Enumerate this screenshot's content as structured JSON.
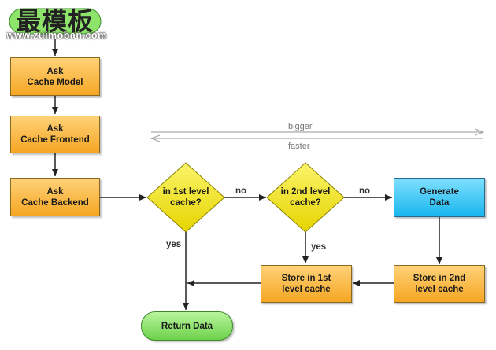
{
  "watermark": {
    "title": "最模板",
    "url": "www.zuimoban.com"
  },
  "nodes": {
    "ask_cache_model": "Ask\nCache Model",
    "ask_cache_frontend": "Ask\nCache Frontend",
    "ask_cache_backend": "Ask\nCache Backend",
    "in_1st_level_cache": "in 1st level\ncache?",
    "in_2nd_level_cache": "in 2nd level\ncache?",
    "generate_data": "Generate\nData",
    "store_in_2nd": "Store in 2nd\nlevel cache",
    "store_in_1st": "Store in 1st\nlevel cache",
    "return_data": "Return Data"
  },
  "edges": {
    "no_1": "no",
    "no_2": "no",
    "yes_1": "yes",
    "yes_2": "yes"
  },
  "legend": {
    "bigger": "bigger",
    "faster": "faster"
  },
  "colors": {
    "orange": "#f5a623",
    "blue": "#19b6ee",
    "green": "#6fd24c",
    "yellow": "#f2e200",
    "line": "#222222"
  }
}
